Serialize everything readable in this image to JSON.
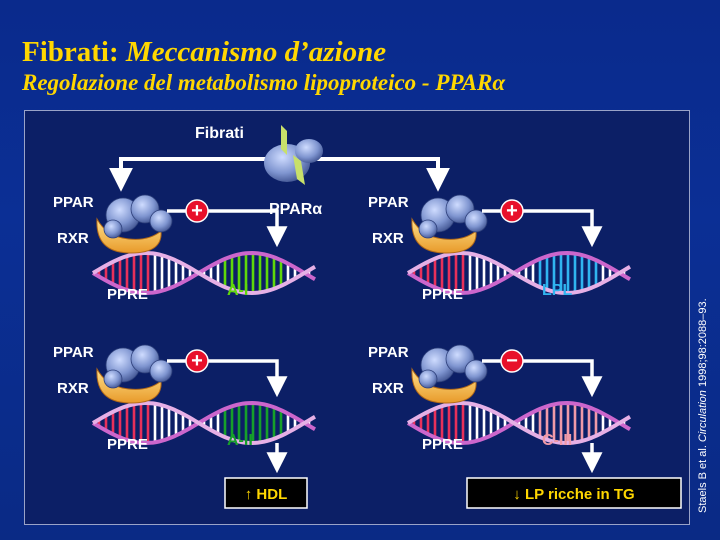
{
  "slide": {
    "title_main": "Fibrati:",
    "title_italic": "Meccanismo d’azione",
    "subtitle": "Regolazione del metabolismo lipoproteico - PPARα"
  },
  "diagram": {
    "drug_label": "Fibrati",
    "receptor_label": "PPARα",
    "panels": [
      {
        "ppar": "PPAR",
        "rxr": "RXR",
        "ppre": "PPRE",
        "gene": "A-I",
        "effect": "+",
        "gene_color": "#5fd80a"
      },
      {
        "ppar": "PPAR",
        "rxr": "RXR",
        "ppre": "PPRE",
        "gene": "LPL",
        "effect": "+",
        "gene_color": "#30b4f0"
      },
      {
        "ppar": "PPAR",
        "rxr": "RXR",
        "ppre": "PPRE",
        "gene": "A-II",
        "effect": "+",
        "gene_color": "#16a02a"
      },
      {
        "ppar": "PPAR",
        "rxr": "RXR",
        "ppre": "PPRE",
        "gene": "C-III",
        "effect": "−",
        "gene_color": "#f09aa8"
      }
    ],
    "outcomes": [
      {
        "arrow": "↑",
        "label": "HDL"
      },
      {
        "arrow": "↓",
        "label": "LP ricche in TG"
      }
    ]
  },
  "citation": {
    "before": "Staels B et al.",
    "journal": "Circulation",
    "after": "1998;98:2088–93."
  },
  "colors": {
    "background": "#0a2a8c",
    "title": "#ffd700",
    "plus": "#e8102a",
    "minus": "#e8102a",
    "dna_backbone": "#cc66cc",
    "protein": "#7a8fc8",
    "rxr": "#f0b44a"
  }
}
